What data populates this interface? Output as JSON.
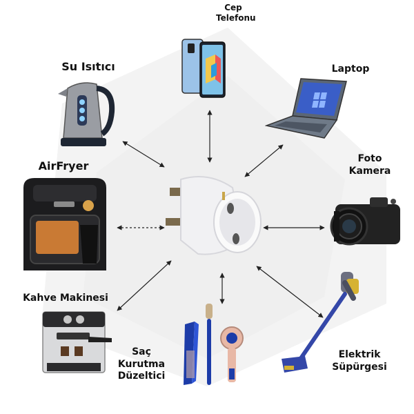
{
  "center_device": {
    "icon": "plug-adapter-icon"
  },
  "devices": [
    {
      "id": "phone",
      "label_lines": [
        "Cep",
        "Telefonu"
      ],
      "icon": "smartphone-icon"
    },
    {
      "id": "kettle",
      "label_lines": [
        "Su Isıtıcı"
      ],
      "icon": "kettle-icon"
    },
    {
      "id": "laptop",
      "label_lines": [
        "Laptop"
      ],
      "icon": "laptop-icon"
    },
    {
      "id": "airfryer",
      "label_lines": [
        "AirFryer"
      ],
      "icon": "airfryer-icon"
    },
    {
      "id": "camera",
      "label_lines": [
        "Foto",
        "Kamera"
      ],
      "icon": "camera-icon"
    },
    {
      "id": "coffee",
      "label_lines": [
        "Kahve Makinesi"
      ],
      "icon": "coffee-machine-icon"
    },
    {
      "id": "hair",
      "label_lines": [
        "Saç",
        "Kurutma",
        "Düzeltici"
      ],
      "icon": "hair-dryer-straightener-icon"
    },
    {
      "id": "vacuum",
      "label_lines": [
        "Elektrik",
        "Süpürgesi"
      ],
      "icon": "vacuum-cleaner-icon"
    }
  ]
}
